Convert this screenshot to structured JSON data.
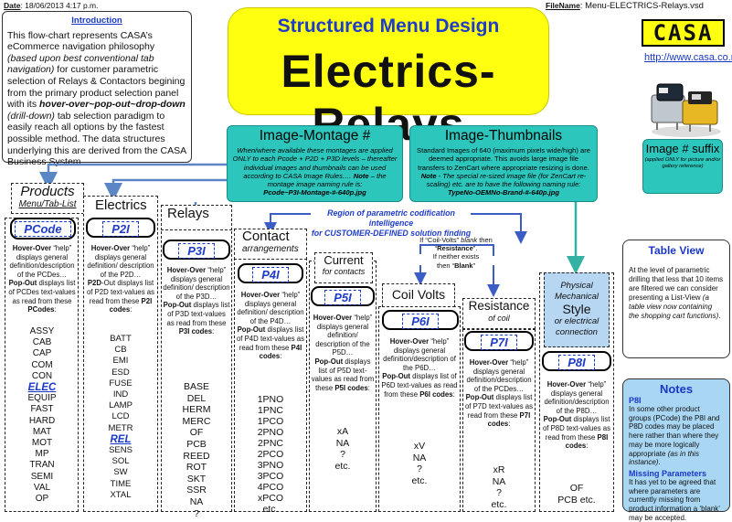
{
  "header": {
    "date_label": "Date",
    "date_value": ": 18/06/2013 4:17 p.m.",
    "filename_label": "FileName",
    "filename_value": ": Menu-ELECTRICS-Relays.vsd"
  },
  "brand": {
    "logo": "CASA",
    "url": "http://www.casa.co.nz"
  },
  "banner": {
    "subtitle": "Structured Menu Design",
    "title": "Electrics-Relays"
  },
  "intro": {
    "heading": "Introduction",
    "p1": "This flow-chart represents CASA’s eCommerce navigation philosophy ",
    "p1_em": "(based upon best conventional tab navigation)",
    "p2": " for customer parametric selection of Relays & Contactors begining from the primary product selection panel with its ",
    "p2_bold": "hover-over~pop-out~drop-down",
    "p3_em": " (drill-down)",
    "p3": " tab selection paradigm to easily reach all options by the fastest possible method. The data structures underlying this are derived from the CASA Business System."
  },
  "montage": {
    "title": "Image-Montage #",
    "body": "When/where available these montages are applied ONLY to each Pcode + P2D + P3D levels – thereafter individual images and thumbnails can be used according to CASA Image Rules.…",
    "note_label": "Note",
    "note": " – the montage image naming rule is:",
    "rule": "Pcode~P3I-Montage-#-640p.jpg"
  },
  "thumbs": {
    "title": "Image-Thumbnails",
    "body": "Standard Images of 640 (maximum pixels wide/high) are deemed appropriate. This avoids large image file transfers to ZenCart where appropriate resizing is done.",
    "note_label": "Note",
    "note": " - The special re-sized image file (for ZenCart re-scaling) etc. are to have the following naming rule:",
    "rule": "TypeNo-OEMNo-Brand-#-640p.jpg"
  },
  "image_suffix": {
    "title": "Image # suffix",
    "note": "(applied ONLY for picture and/or gallery reference)"
  },
  "region": {
    "line1": "Region of parametric codification intelligence",
    "line2": "for CUSTOMER-DEFINED solution finding"
  },
  "coilnote": {
    "l1": "If “Coil-Volts” ",
    "l1_em": "blank",
    "l1b": " then “",
    "l1_b": "Resistance",
    "l1c": "”.",
    "l2": "If neither exists",
    "l3": "then “",
    "l3_b": "Blank",
    "l3c": "”"
  },
  "columns": {
    "products": {
      "label": "Products",
      "sub": "Menu/Tab-List",
      "code": "PCode",
      "d1": "Hover-Over",
      "d2": " “help” displays general definition/description of the PCDes…",
      "d3": "Pop-Out",
      "d4": " displays list of PCDes text-values as read from these ",
      "d5": "PCodes",
      "d6": ":",
      "items": [
        "ASSY",
        "CAB",
        "CAP",
        "COM",
        "CON",
        "ELEC",
        "EQUIP",
        "FAST",
        "HARD",
        "MAT",
        "MOT",
        "MP",
        "TRAN",
        "SEMI",
        "VAL",
        "OP"
      ]
    },
    "electrics": {
      "label": "Electrics",
      "code": "P2I",
      "d1": "Hover-Over",
      "d2": " “help” displays general definition/ description of the P2D…",
      "d3": "P2D",
      "d4": "-Out displays list of P2D text-values as read from these ",
      "d5": "P2I codes",
      "d6": ":",
      "items": [
        "BATT",
        "CB",
        "EMI",
        "ESD",
        "FUSE",
        "IND",
        "LAMP",
        "LCD",
        "METR",
        "REL",
        "SENS",
        "SOL",
        "SW",
        "TIME",
        "XTAL"
      ]
    },
    "relays": {
      "label": "Relays",
      "code": "P3I",
      "d1": "Hover-Over",
      "d2": " “help” displays general definition/ description of the P3D…",
      "d3": "Pop-Out",
      "d4": " displays list of P3D text-values as read from these ",
      "d5": "P3I codes",
      "d6": ":",
      "items": [
        "BASE",
        "DEL",
        "HERM",
        "MERC",
        "OF",
        "PCB",
        "REED",
        "ROT",
        "SKT",
        "SSR",
        "NA",
        "?"
      ]
    },
    "contact": {
      "label": "Contact",
      "sub": "arrangements",
      "code": "P4I",
      "d1": "Hover-Over",
      "d2": " “help” displays general definition/ description of the P4D…",
      "d3": "Pop-Out",
      "d4": " displays list of P4D text-values as read from these ",
      "d5": "P4I codes",
      "d6": ":",
      "items": [
        "1PNO",
        "1PNC",
        "1PCO",
        "2PNO",
        "2PNC",
        "2PCO",
        "3PNO",
        "3PCO",
        "4PCO",
        "xPCO",
        "etc."
      ]
    },
    "current": {
      "label": "Current",
      "sub": "for contacts",
      "code": "P5I",
      "d1": "Hover-Over",
      "d2": " “help” displays general definition/ description of the P5D…",
      "d3": "Pop-Out",
      "d4": " displays list of P5D text-values as read from these ",
      "d5": "P5I codes",
      "d6": ":",
      "items": [
        "xA",
        "NA",
        "?",
        "etc."
      ]
    },
    "coil": {
      "label": "Coil Volts",
      "code": "P6I",
      "d1": "Hover-Over",
      "d2": " “help” displays general definition/description of the P6D…",
      "d3": "Pop-Out",
      "d4": " displays list of P6D text-values as read from these ",
      "d5": "P6I codes",
      "d6": ":",
      "items": [
        "xV",
        "NA",
        "?",
        "etc."
      ]
    },
    "resistance": {
      "label": "Resistance",
      "sub": "of coil",
      "code": "P7I",
      "d1": "Hover-Over",
      "d2": " “help” displays general definition/description of the PCDes…",
      "d3": "Pop-Out",
      "d4": " displays list of P7D text-values as read from these ",
      "d5": "P7I codes",
      "d6": ":",
      "items": [
        "xR",
        "NA",
        "?",
        "etc."
      ]
    },
    "physical": {
      "l1": "Physical",
      "l2": "Mechanical",
      "l3": "Style",
      "l4": "or electrical",
      "l5": "connection",
      "code": "P8I",
      "d1": "Hover-Over",
      "d2": " “help” displays general definition/description of the P8D…",
      "d3": "Pop-Out",
      "d4": " displays list of P8D text-values as read from these ",
      "d5": "P8I codes",
      "d6": ":",
      "items": [
        "OF",
        "PCB etc."
      ]
    }
  },
  "table_view": {
    "title": "Table View",
    "body": "At the level of parametric drilling that less that 10 items are filtered we can consider presenting a List-View ",
    "body_em": "(a table view now containing the shopping cart functions)",
    "body_end": "."
  },
  "notes": {
    "title": "Notes",
    "s1": "P8I",
    "b1": "In some other product groups (PCode) the P8I and P8D codes may be placed here rather than where they may be more logically appropriate ",
    "b1_em": "(as in this instance)",
    "b1_end": ".",
    "s2": "Missing Parameters",
    "b2": "It has yet to be agreed that where parameters are currently missing from product information a ‘blank’ may be accepted."
  },
  "colors": {
    "accent_blue": "#1f3cc8",
    "banner_yellow": "#ffff10",
    "teal": "#2dc6bd",
    "arrow_blue": "#5b86c6",
    "arrow_teal": "#33b2a4",
    "notes_bg": "#a8d6f3",
    "physical_bg": "#b7d6f2"
  }
}
